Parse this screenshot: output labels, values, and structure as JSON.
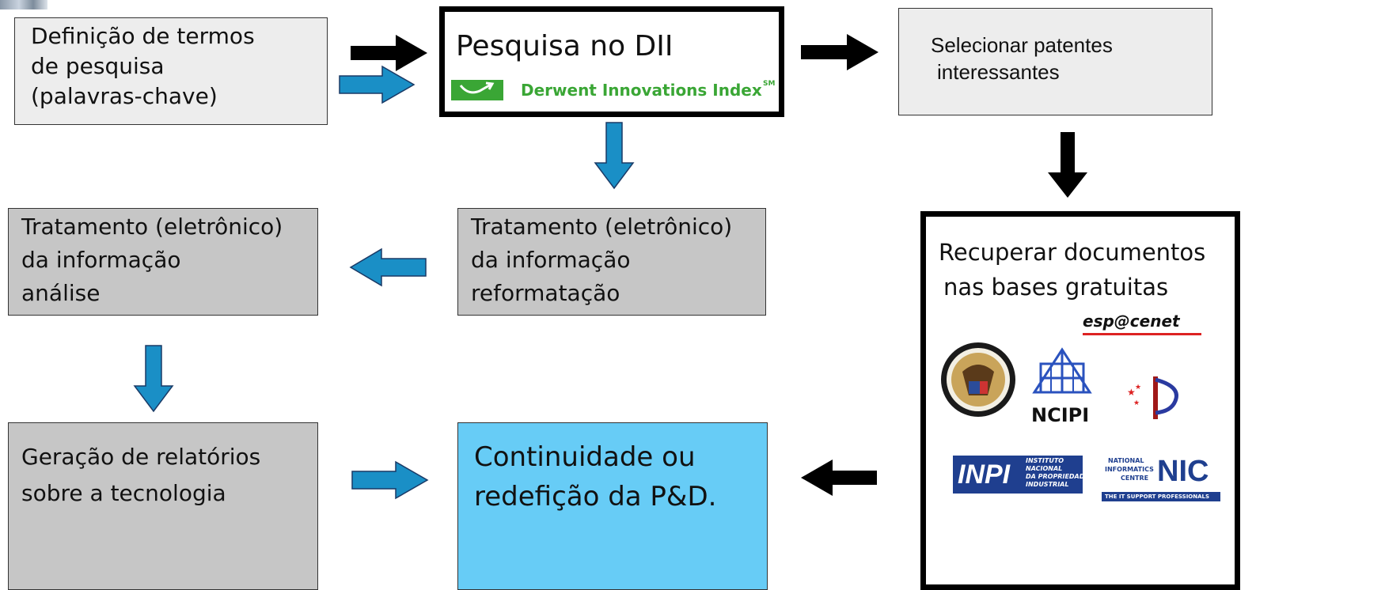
{
  "boxes": {
    "define_terms": [
      "Definição de termos",
      "de pesquisa",
      "(palavras-chave)"
    ],
    "dii_search": "Pesquisa no DII",
    "derwent_logo_text": "Derwent Innovations Index",
    "derwent_sm": "SM",
    "select_patents": [
      "Selecionar patentes",
      "interessantes"
    ],
    "treatment_analysis": [
      "Tratamento (eletrônico)",
      "da informação",
      "análise"
    ],
    "treatment_reformat": [
      "Tratamento (eletrônico)",
      "da informação",
      "reformatação"
    ],
    "recover_docs": [
      "Recuperar documentos",
      "nas bases gratuitas"
    ],
    "reports": [
      "Geração de relatórios",
      "sobre a tecnologia"
    ],
    "continuity": [
      "Continuidade ou",
      "redefição da P&D."
    ]
  },
  "logos": {
    "espacenet": "esp@cenet",
    "ncipi": "NCIPI",
    "inpi": "INPI",
    "inpi_sub": [
      "INSTITUTO",
      "NACIONAL",
      "DA PROPRIEDADE",
      "INDUSTRIAL"
    ],
    "nic_top": [
      "NATIONAL",
      "INFORMATICS",
      "CENTRE"
    ],
    "nic": "NIC",
    "nic_tagline": "THE IT SUPPORT PROFESSIONALS"
  },
  "colors": {
    "arrow_black": "#000000",
    "arrow_blue": "#1a8fc6",
    "derwent_green": "#3aa635",
    "continuity_fill": "#67ccf6"
  }
}
